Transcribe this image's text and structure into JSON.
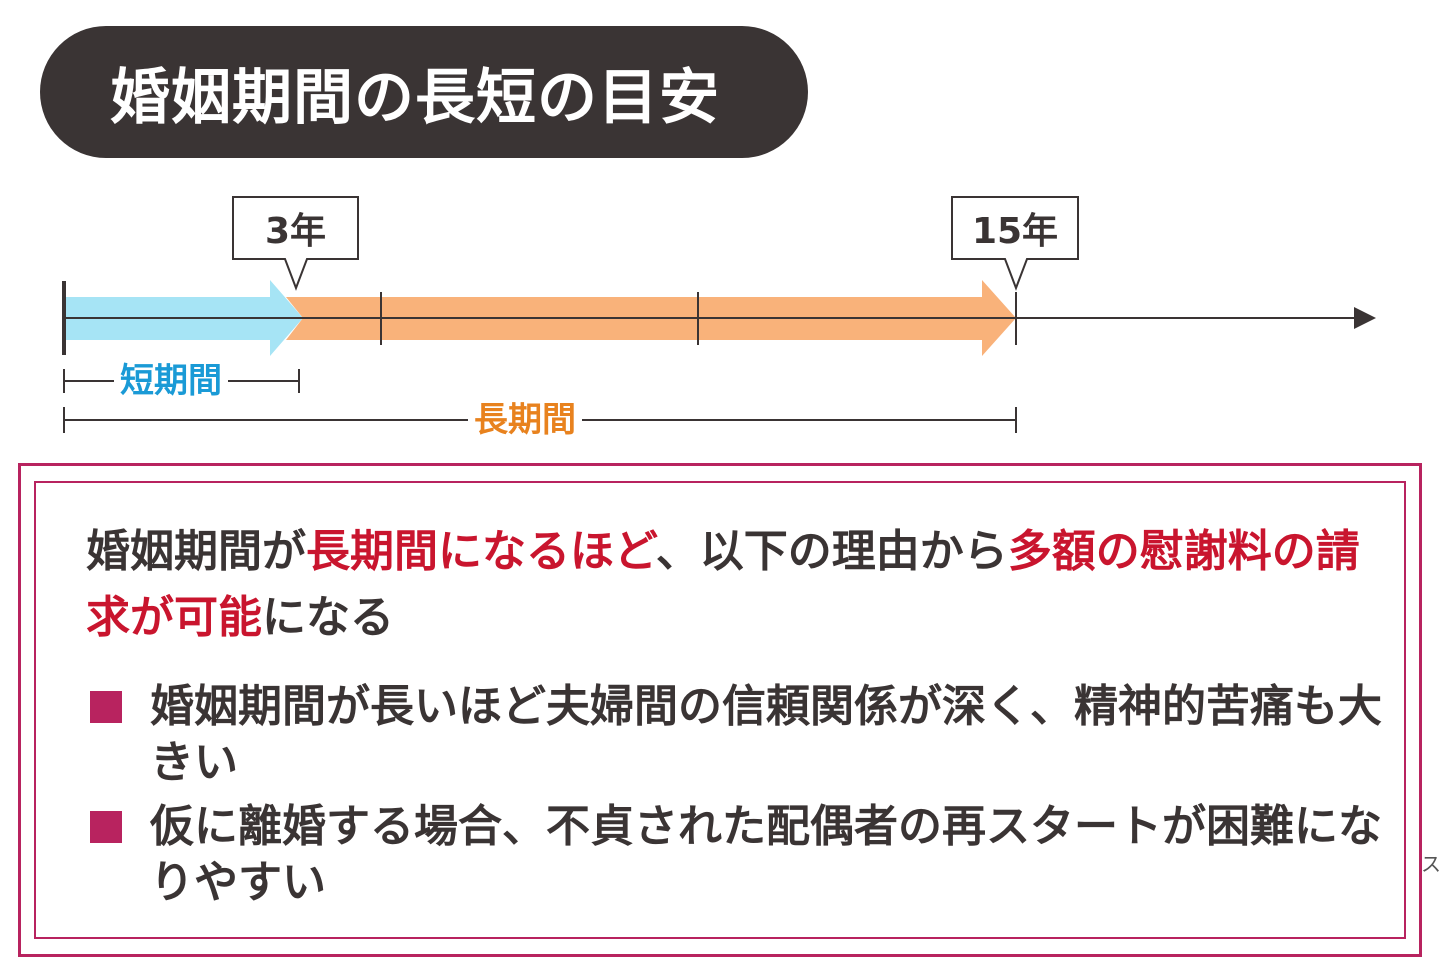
{
  "title": "婚姻期間の長短の目安",
  "timeline": {
    "marker_short_end": "3年",
    "marker_long_end": "15年",
    "short_label": "短期間",
    "long_label": "長期間",
    "colors": {
      "short_arrow": "#a6e4f5",
      "long_arrow": "#f9b27a",
      "short_label": "#1a9ad6",
      "long_label": "#e8821e",
      "axis": "#3a3434"
    }
  },
  "box": {
    "summary_parts": [
      {
        "text": "婚姻期間が",
        "highlight": false
      },
      {
        "text": "長期間になるほど",
        "highlight": true
      },
      {
        "text": "、以下の理由から",
        "highlight": false
      },
      {
        "text": "多額の慰謝料の請求が可能",
        "highlight": true
      },
      {
        "text": "になる",
        "highlight": false
      }
    ],
    "bullets": [
      "婚姻期間が長いほど夫婦間の信頼関係が深く、精神的苦痛も大きい",
      "仮に離婚する場合、不貞された配偶者の再スタートが困難になりやすい"
    ],
    "colors": {
      "border": "#b8235f",
      "highlight": "#c9152e",
      "bullet": "#b8235f"
    }
  },
  "edge_glyph": "ス"
}
